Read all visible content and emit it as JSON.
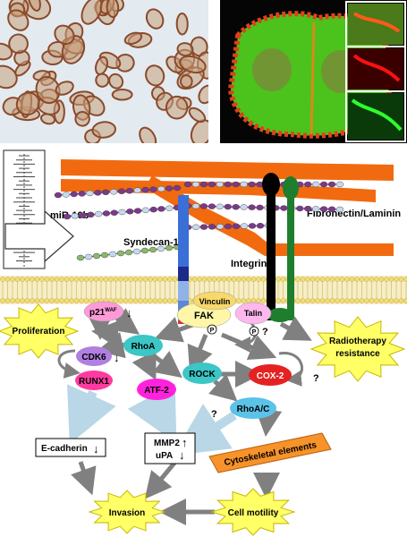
{
  "image_labels": {
    "mirna": "miR-10b",
    "syndecan": "Syndecan-1",
    "integrin": "Integrin",
    "ecm": "Fibronectin/Laminin"
  },
  "nodes": {
    "p21": "p21",
    "p21_sup": "WAF",
    "proliferation": "Proliferation",
    "cdk6": "CDK6",
    "runx1": "RUNX1",
    "rhoa": "RhoA",
    "atf2": "ATF-2",
    "fak": "FAK",
    "vinculin": "Vinculin",
    "talin": "Talin",
    "p_symbol": "P",
    "question": "?",
    "rock": "ROCK",
    "cox2": "COX-2",
    "rhoac": "RhoA/C",
    "radiotherapy_line1": "Radiotherapy",
    "radiotherapy_line2": "resistance",
    "ecadherin": "E-cadherin",
    "mmp2": "MMP2",
    "upa": "uPA",
    "cytoskeletal": "Cytoskeletal elements",
    "invasion": "Invasion",
    "cell_motility": "Cell motility"
  },
  "colors": {
    "orange_fiber": "#f26a0f",
    "membrane": "#f5e48c",
    "syndecan_blue": "#3a6fd8",
    "integrin_black": "#000000",
    "integrin_green": "#1e7e2e",
    "burst_yellow": "#ffff66",
    "rhoa_teal": "#3cc6c6",
    "cdk6_purple": "#b07fe0",
    "runx1_pink": "#ff3aa0",
    "atf2_magenta": "#ff22dd",
    "cox2_red": "#e52222",
    "rhoac_blue": "#5bc2e8",
    "p21_pink": "#ff9ad8",
    "cytoskeletal_orange": "#f7932a",
    "arrow_gray": "#808080"
  }
}
